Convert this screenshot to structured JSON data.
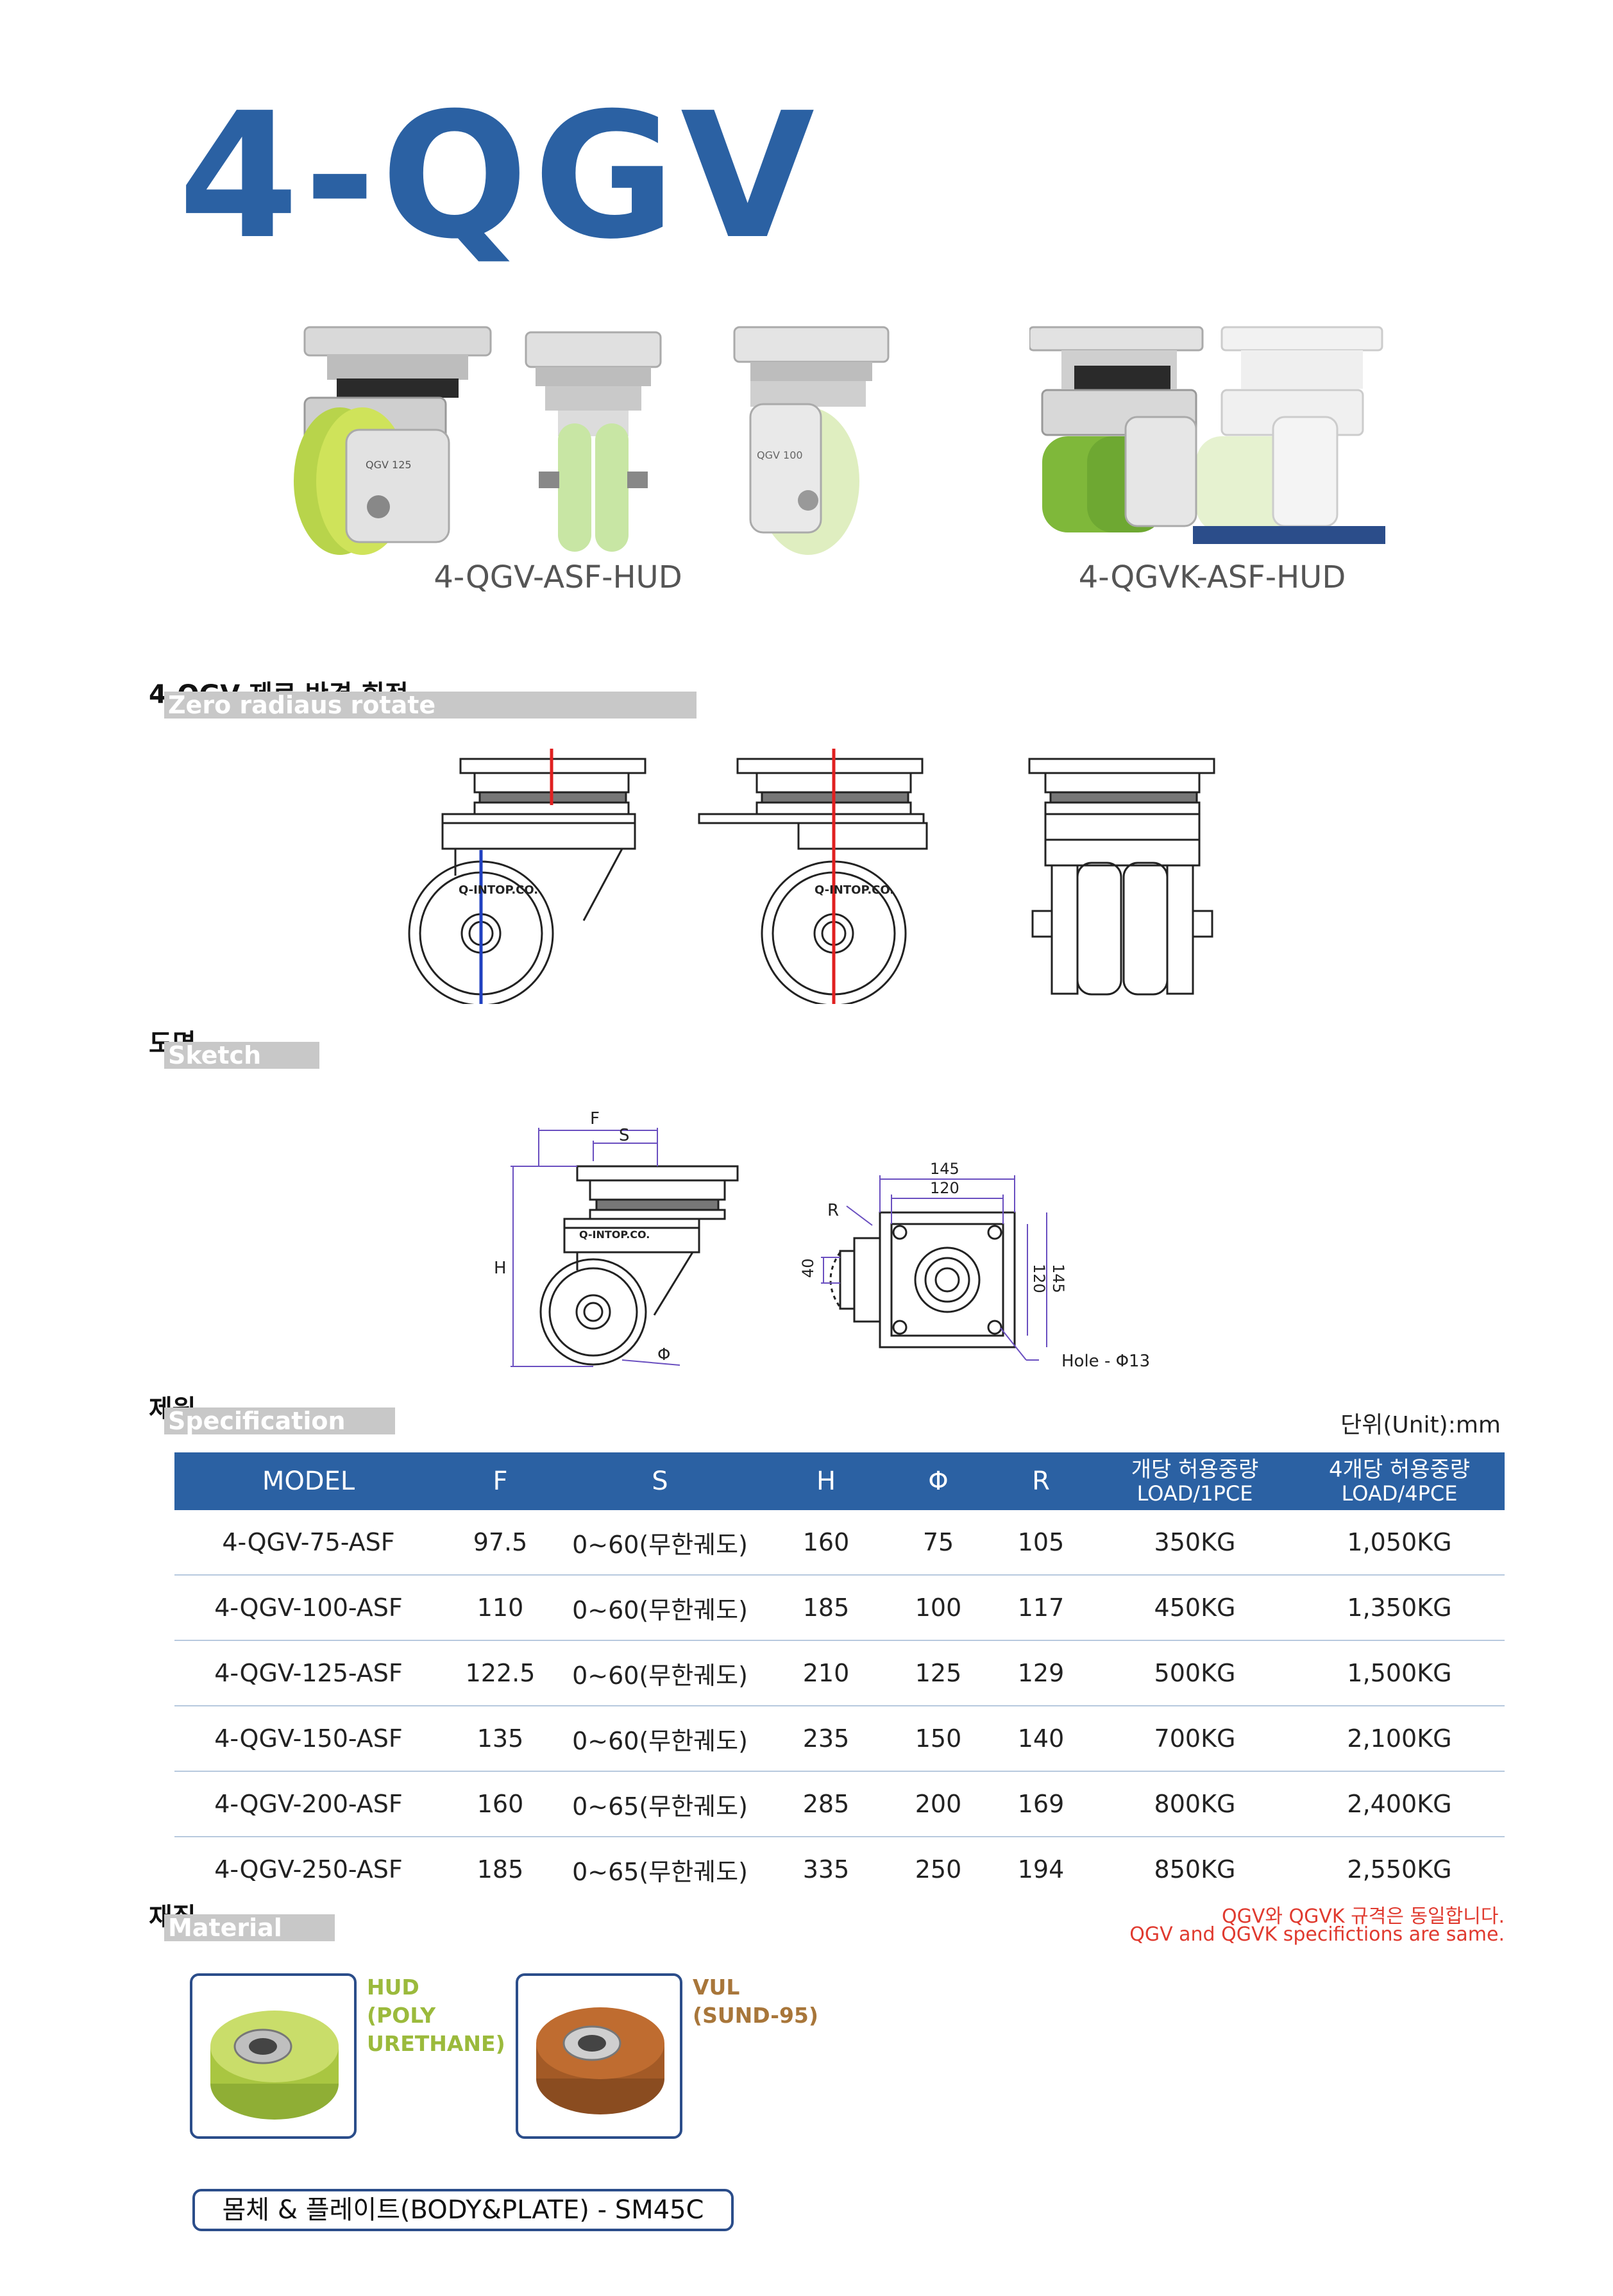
{
  "title": "4-QGV",
  "photos": {
    "caption_left": "4-QGV-ASF-HUD",
    "caption_right": "4-QGVK-ASF-HUD",
    "wheel_labels": [
      "QGV 125",
      "QGV 100"
    ]
  },
  "zero_radius": {
    "title_ko": "4-QGV 제로 반경 회전",
    "title_en": "Zero radiaus rotate",
    "brand": "Q-INTOP.CO."
  },
  "sketch": {
    "title_ko": "도면",
    "title_en": "Sketch",
    "dims": {
      "F": "F",
      "S": "S",
      "H": "H",
      "phi": "Φ",
      "R": "R",
      "w_outer": "145",
      "w_inner": "120",
      "v_inner": "120",
      "v_outer": "145",
      "offset": "40",
      "hole": "Hole - Φ13"
    },
    "brand": "Q-INTOP.CO."
  },
  "spec": {
    "title_ko": "제원",
    "title_en": "Specification",
    "unit": "단위(Unit):mm",
    "headers": {
      "model": "MODEL",
      "f": "F",
      "s": "S",
      "h": "H",
      "phi": "Φ",
      "r": "R",
      "load1_l1": "개당 허용중량",
      "load1_l2": "LOAD/1PCE",
      "load4_l1": "4개당 허용중량",
      "load4_l2": "LOAD/4PCE"
    },
    "rows": [
      [
        "4-QGV-75-ASF",
        "97.5",
        "0~60(무한궤도)",
        "160",
        "75",
        "105",
        "350KG",
        "1,050KG"
      ],
      [
        "4-QGV-100-ASF",
        "110",
        "0~60(무한궤도)",
        "185",
        "100",
        "117",
        "450KG",
        "1,350KG"
      ],
      [
        "4-QGV-125-ASF",
        "122.5",
        "0~60(무한궤도)",
        "210",
        "125",
        "129",
        "500KG",
        "1,500KG"
      ],
      [
        "4-QGV-150-ASF",
        "135",
        "0~60(무한궤도)",
        "235",
        "150",
        "140",
        "700KG",
        "2,100KG"
      ],
      [
        "4-QGV-200-ASF",
        "160",
        "0~65(무한궤도)",
        "285",
        "200",
        "169",
        "800KG",
        "2,400KG"
      ],
      [
        "4-QGV-250-ASF",
        "185",
        "0~65(무한궤도)",
        "335",
        "250",
        "194",
        "850KG",
        "2,550KG"
      ]
    ],
    "note_ko": "QGV와 QGVK 규격은 동일합니다.",
    "note_en": "QGV and QGVK specifictions are same."
  },
  "material": {
    "title_ko": "재질",
    "title_en": "Material",
    "hud": [
      "HUD",
      "(POLY",
      "URETHANE)"
    ],
    "vul": [
      "VUL",
      "(SUND-95)"
    ],
    "body_plate": "몸체 & 플레이트(BODY&PLATE) - SM45C"
  },
  "colors": {
    "brand_blue": "#2b61a3",
    "hud_green": "#9bba3c",
    "vul_brown": "#a8763a",
    "note_red": "#e03a2f"
  }
}
